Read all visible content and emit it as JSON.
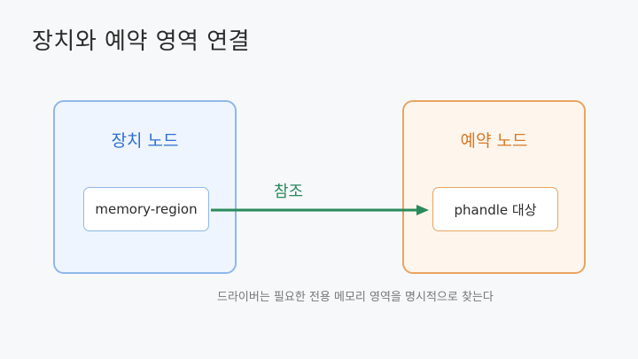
{
  "title": "장치와 예약 영역 연결",
  "device_panel": {
    "heading": "장치 노드",
    "node_label": "memory-region"
  },
  "reserved_panel": {
    "heading": "예약 노드",
    "node_label": "phandle 대상"
  },
  "link": {
    "label": "참조"
  },
  "caption": "드라이버는 필요한 전용 메모리 영역을 명시적으로 찾는다",
  "colors": {
    "device_border": "#8fb8e8",
    "device_heading": "#2f6fd0",
    "reserved_border": "#e9a463",
    "reserved_heading": "#d57a2a",
    "arrow": "#2a8a5c"
  }
}
